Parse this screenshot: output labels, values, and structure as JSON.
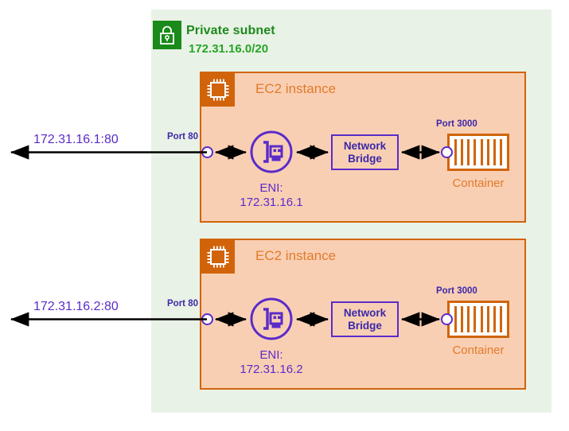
{
  "subnet": {
    "icon": "lock-icon",
    "title": "Private subnet",
    "cidr": "172.31.16.0/20",
    "color": "#1d8a1d"
  },
  "colors": {
    "subnet_bg": "#e9f2e6",
    "subnet_green": "#1a8a1a",
    "ec2_fill": "#f9cfb4",
    "ec2_border": "#d1640a",
    "ec2_title": "#e07b2a",
    "purple": "#5b2bc9",
    "arrow": "#000000"
  },
  "instances": [
    {
      "title": "EC2 instance",
      "icon": "chip-icon",
      "external_ip": "172.31.16.1:80",
      "port_in_label": "Port 80",
      "eni_label": "ENI:",
      "eni_ip": "172.31.16.1",
      "bridge_line1": "Network",
      "bridge_line2": "Bridge",
      "port_out_label": "Port 3000",
      "container_label": "Container"
    },
    {
      "title": "EC2 instance",
      "icon": "chip-icon",
      "external_ip": "172.31.16.2:80",
      "port_in_label": "Port 80",
      "eni_label": "ENI:",
      "eni_ip": "172.31.16.2",
      "bridge_line1": "Network",
      "bridge_line2": "Bridge",
      "port_out_label": "Port 3000",
      "container_label": "Container"
    }
  ]
}
